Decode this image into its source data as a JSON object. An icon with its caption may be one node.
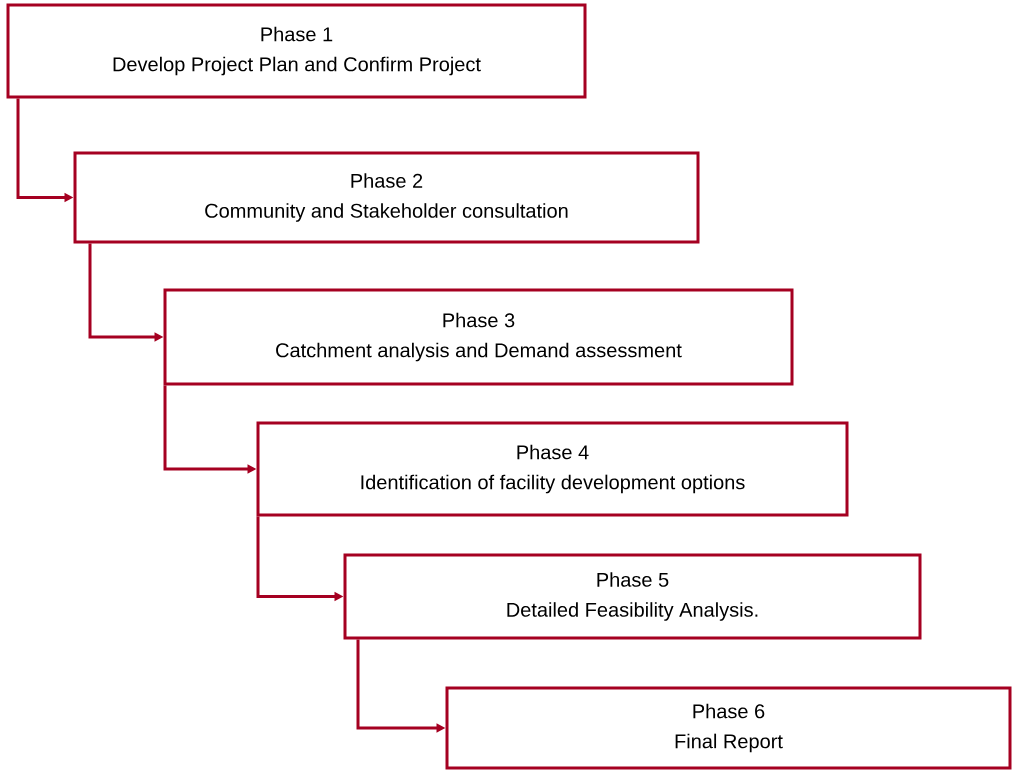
{
  "diagram": {
    "nodes": [
      {
        "text": [
          "Phase 1",
          "Develop Project Plan and Confirm Project"
        ]
      },
      {
        "text": [
          "Phase 2",
          "Community and Stakeholder consultation"
        ]
      },
      {
        "text": [
          "Phase 3",
          "Catchment analysis and Demand assessment"
        ]
      },
      {
        "text": [
          "Phase 4",
          "Identification of facility development options"
        ]
      },
      {
        "text": [
          "Phase 5",
          "Detailed Feasibility Analysis."
        ]
      },
      {
        "text": [
          "Phase 6",
          "Final Report"
        ]
      }
    ],
    "edges": [
      {
        "from": 0,
        "to": 1,
        "arrow": "to"
      },
      {
        "from": 1,
        "to": 2,
        "arrow": "to"
      },
      {
        "from": 2,
        "to": 3,
        "arrow": "to"
      },
      {
        "from": 3,
        "to": 4,
        "arrow": "to"
      },
      {
        "from": 4,
        "to": 5,
        "arrow": "to"
      }
    ]
  }
}
